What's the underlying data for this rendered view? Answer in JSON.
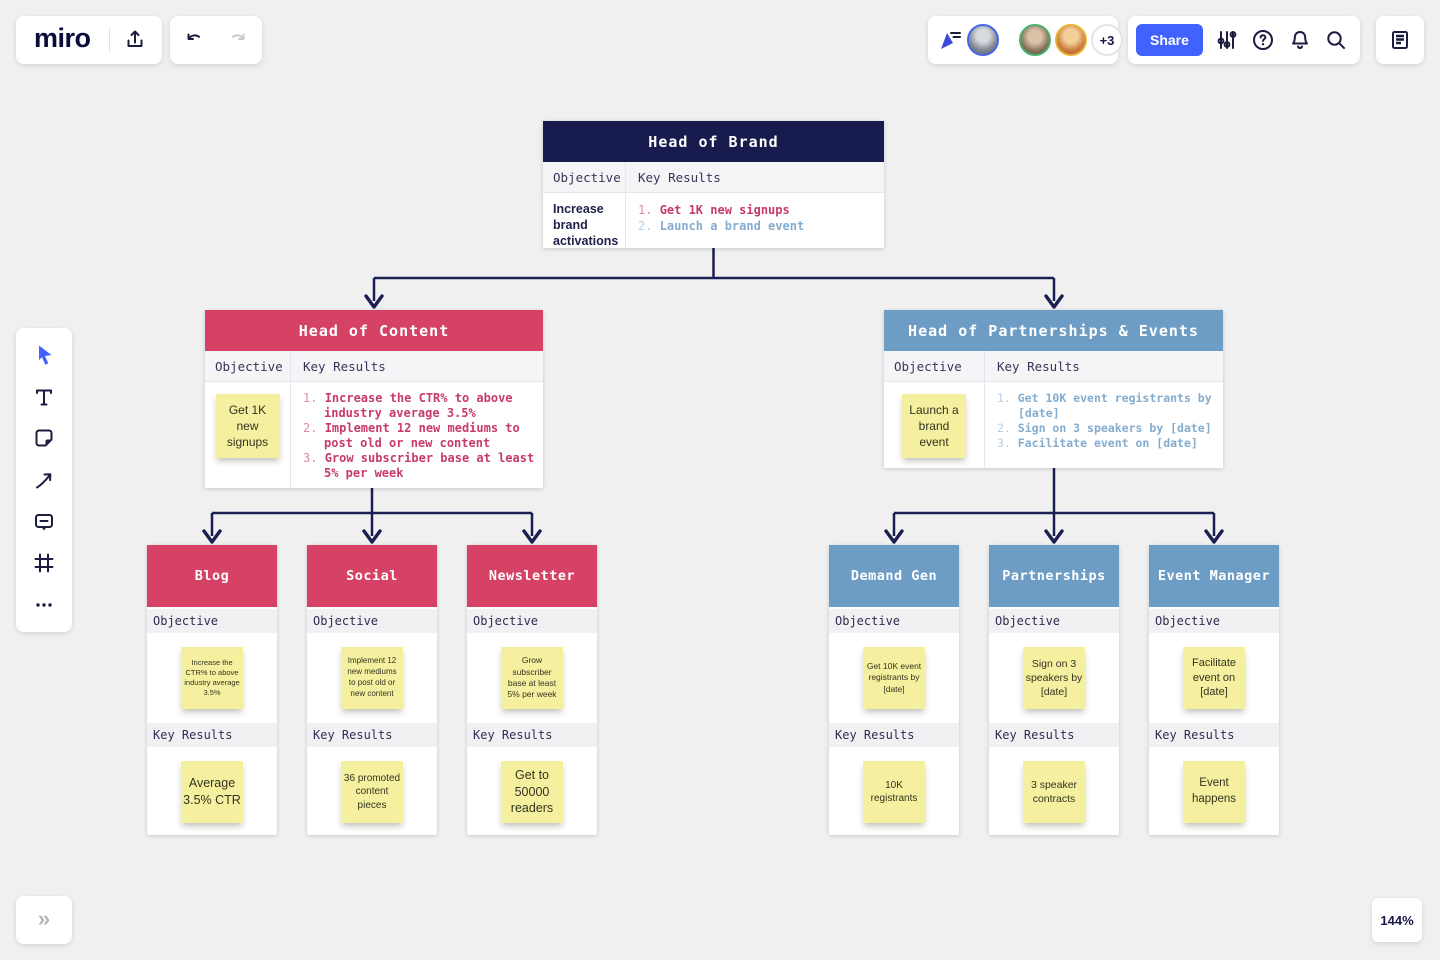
{
  "colors": {
    "canvas_bg": "#f0f0f1",
    "navy": "#181b4d",
    "pink": "#d64265",
    "blue": "#6d9dc5",
    "sticky_yellow": "#f5f0a0",
    "connector": "#1b1e52",
    "kr_pink": "#c73b66",
    "kr_blue": "#84accf",
    "share_blue": "#4262ff",
    "ring_blue": "#4766eb",
    "ring_green": "#49b06b",
    "ring_yellow": "#e9b234"
  },
  "top_bar": {
    "logo": "miro",
    "share_label": "Share",
    "collaborators_more": "+3",
    "icons": [
      "export-icon",
      "undo-icon",
      "redo-icon",
      "follow-cursor-icon",
      "settings-sliders-icon",
      "help-icon",
      "notifications-bell-icon",
      "search-icon",
      "notes-icon"
    ]
  },
  "left_toolbar": {
    "icons": [
      "select-cursor-icon",
      "text-tool-icon",
      "sticky-note-icon",
      "connector-arrow-icon",
      "comment-icon",
      "frame-icon",
      "more-icon"
    ]
  },
  "footer": {
    "collapse_label": "»",
    "zoom_level": "144%"
  },
  "diagram": {
    "labels": {
      "objective": "Objective",
      "key_results": "Key Results"
    },
    "root": {
      "title": "Head of Brand",
      "objective": "Increase brand activations",
      "key_results": [
        "Get 1K new signups",
        "Launch a brand event"
      ]
    },
    "branches": [
      {
        "title": "Head of Content",
        "objective_sticky": "Get 1K new signups",
        "key_results": [
          "Increase the CTR% to above industry average 3.5%",
          "Implement 12 new mediums to post old or new content",
          "Grow subscriber base at least 5% per week"
        ]
      },
      {
        "title": "Head of Partnerships & Events",
        "objective_sticky": "Launch a brand event",
        "key_results": [
          "Get 10K event registrants by [date]",
          "Sign on 3 speakers by [date]",
          "Facilitate event on [date]"
        ]
      }
    ],
    "cards": [
      {
        "title": "Blog",
        "objective": "Increase the CTR% to above industry average 3.5%",
        "key_result": "Average 3.5% CTR"
      },
      {
        "title": "Social",
        "objective": "Implement 12 new mediums to post old or new content",
        "key_result": "36 promoted content pieces"
      },
      {
        "title": "Newsletter",
        "objective": "Grow subscriber base at least 5% per week",
        "key_result": "Get to 50000 readers"
      },
      {
        "title": "Demand Gen",
        "objective": "Get 10K event registrants by [date]",
        "key_result": "10K registrants"
      },
      {
        "title": "Partnerships",
        "objective": "Sign on 3 speakers by [date]",
        "key_result": "3 speaker contracts"
      },
      {
        "title": "Event Manager",
        "objective": "Facilitate event on [date]",
        "key_result": "Event happens"
      }
    ]
  }
}
